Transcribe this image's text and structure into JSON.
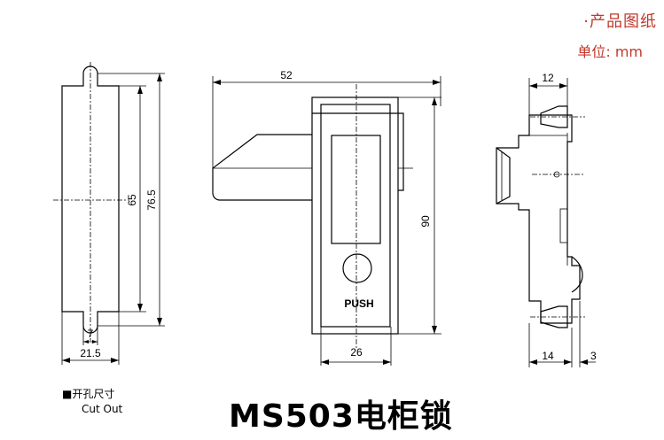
{
  "header": {
    "title": "·产品图纸",
    "unit": "单位: mm"
  },
  "cutout": {
    "label_cn": "■开孔尺寸",
    "label_en": "Cut Out",
    "dims": {
      "width": "21.5",
      "slot": "7",
      "height_inner": "65",
      "height_outer": "76.5"
    }
  },
  "front_view": {
    "dims": {
      "handle_width": "52",
      "body_height": "90",
      "body_width": "26"
    },
    "button_text": "PUSH"
  },
  "side_view": {
    "dims": {
      "top_depth": "12",
      "bottom_depth": "14",
      "flange": "3"
    }
  },
  "product": {
    "title": "MS503电柜锁"
  }
}
